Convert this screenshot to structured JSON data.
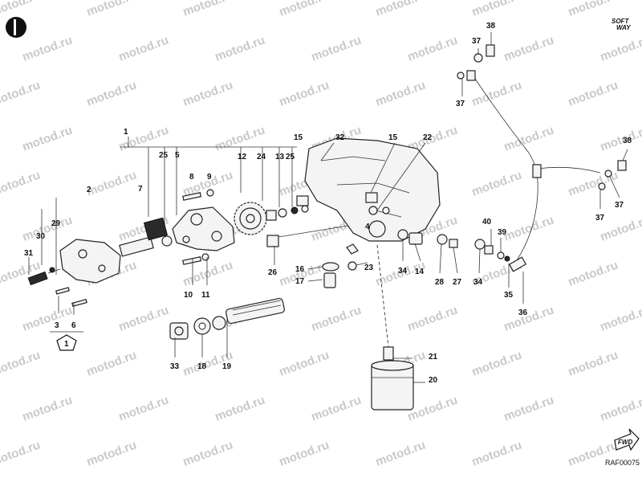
{
  "diagram": {
    "watermark": "motod.ru",
    "reference_code": "RAF00075",
    "logo_top": "SOFT",
    "logo_bottom": "WAY",
    "fwd_label": "FWD",
    "kit_label": "1",
    "callouts": [
      "1",
      "2",
      "3",
      "4",
      "5",
      "6",
      "7",
      "8",
      "9",
      "10",
      "11",
      "12",
      "13",
      "14",
      "15",
      "15",
      "16",
      "17",
      "18",
      "19",
      "20",
      "21",
      "22",
      "23",
      "24",
      "25",
      "25",
      "26",
      "27",
      "28",
      "29",
      "30",
      "31",
      "32",
      "33",
      "34",
      "34",
      "35",
      "36",
      "37",
      "37",
      "37",
      "37",
      "38",
      "38",
      "39",
      "40"
    ]
  },
  "colors": {
    "watermark": "#c9c9c9",
    "ink": "#111111"
  }
}
